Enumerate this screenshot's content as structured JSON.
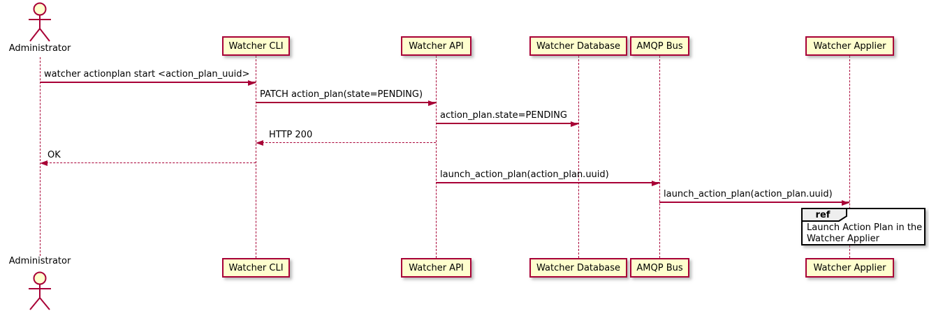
{
  "colors": {
    "accent": "#A80036",
    "participant_fill": "#FEFECE",
    "actor_head_fill": "#FEFECE",
    "ref_header_fill": "#EEEEEE",
    "ref_border": "#000000",
    "text": "#000000",
    "background": "#FFFFFF"
  },
  "actor": {
    "label": "Administrator"
  },
  "participants": [
    {
      "label": "Watcher CLI"
    },
    {
      "label": "Watcher API"
    },
    {
      "label": "Watcher Database"
    },
    {
      "label": "AMQP Bus"
    },
    {
      "label": "Watcher Applier"
    }
  ],
  "messages": [
    {
      "label": "watcher actionplan start <action_plan_uuid>",
      "from": "Administrator",
      "to": "Watcher CLI",
      "style": "solid"
    },
    {
      "label": "PATCH action_plan(state=PENDING)",
      "from": "Watcher CLI",
      "to": "Watcher API",
      "style": "solid"
    },
    {
      "label": "action_plan.state=PENDING",
      "from": "Watcher API",
      "to": "Watcher Database",
      "style": "solid"
    },
    {
      "label": "HTTP 200",
      "from": "Watcher API",
      "to": "Watcher CLI",
      "style": "dashed-return"
    },
    {
      "label": "OK",
      "from": "Watcher CLI",
      "to": "Administrator",
      "style": "dashed-return"
    },
    {
      "label": "launch_action_plan(action_plan.uuid)",
      "from": "Watcher API",
      "to": "AMQP Bus",
      "style": "solid"
    },
    {
      "label": "launch_action_plan(action_plan.uuid)",
      "from": "AMQP Bus",
      "to": "Watcher Applier",
      "style": "solid"
    }
  ],
  "ref": {
    "keyword": "ref",
    "line1": "Launch Action Plan in the",
    "line2": "Watcher Applier"
  }
}
